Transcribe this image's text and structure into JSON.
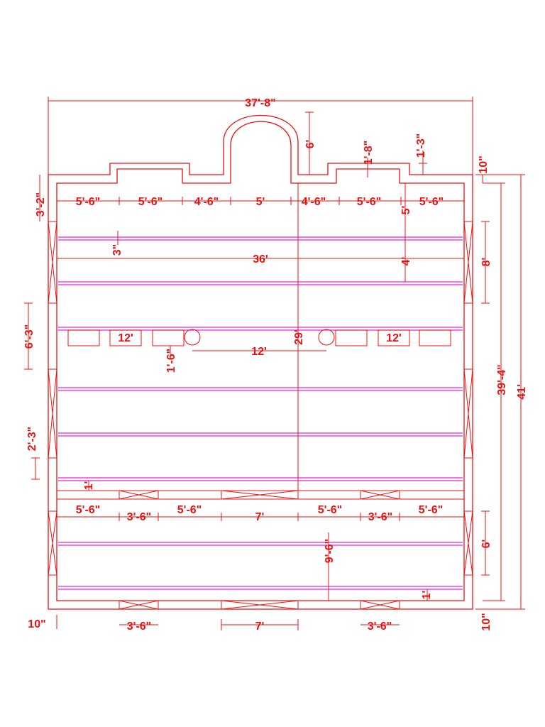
{
  "colors": {
    "line": "#ee1111",
    "beam": "#ee22dd",
    "background": "#ffffff"
  },
  "labels": {
    "overall_width": "37'-8\"",
    "arch_height": "6'",
    "bump_1_8": "1'-8\"",
    "bump_1_3": "1'-3\"",
    "wall_10_tr": "10\"",
    "wall_3_2": "3'-2\"",
    "top_bays": [
      "5'-6\"",
      "5'-6\"",
      "4'-6\"",
      "5'",
      "4'-6\"",
      "5'-6\"",
      "5'-6\""
    ],
    "dim_5": "5'",
    "dim_3in": "3\"",
    "dim_36": "36'",
    "dim_4": "4'",
    "dim_8": "8'",
    "dim_6_3": "6'-3\"",
    "dim_12_left": "12'",
    "dim_29": "29'",
    "dim_12_right": "12'",
    "dim_1_6": "1'-6\"",
    "dim_12_center": "12'",
    "dim_39_4": "39'-4\"",
    "dim_41": "41'",
    "dim_2_3": "2'-3\"",
    "dim_1_left": "1'",
    "lower_bays": [
      "5'-6\"",
      "3'-6\"",
      "5'-6\"",
      "7'",
      "5'-6\"",
      "3'-6\"",
      "5'-6\""
    ],
    "dim_9_6": "9'-6\"",
    "dim_6_right": "6'",
    "dim_1_right": "1'",
    "wall_10_bl": "10\"",
    "bottom_doors": [
      "3'-6\"",
      "7'",
      "3'-6\""
    ],
    "wall_10_br": "10\""
  }
}
